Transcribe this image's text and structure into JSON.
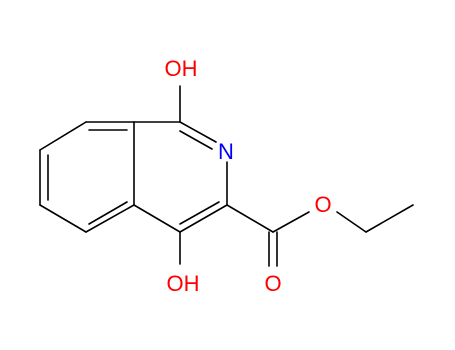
{
  "molecule": {
    "atoms": {
      "hydroxyl_top": {
        "text": "OH",
        "color": "#ff0000"
      },
      "ring_nitrogen": {
        "text": "N",
        "color": "#0000ff"
      },
      "hydroxyl_bottom": {
        "text": "OH",
        "color": "#ff0000"
      },
      "ester_oxygen": {
        "text": "O",
        "color": "#ff0000"
      },
      "carbonyl_oxygen": {
        "text": "O",
        "color": "#ff0000"
      }
    },
    "bond_color": "#000000"
  }
}
